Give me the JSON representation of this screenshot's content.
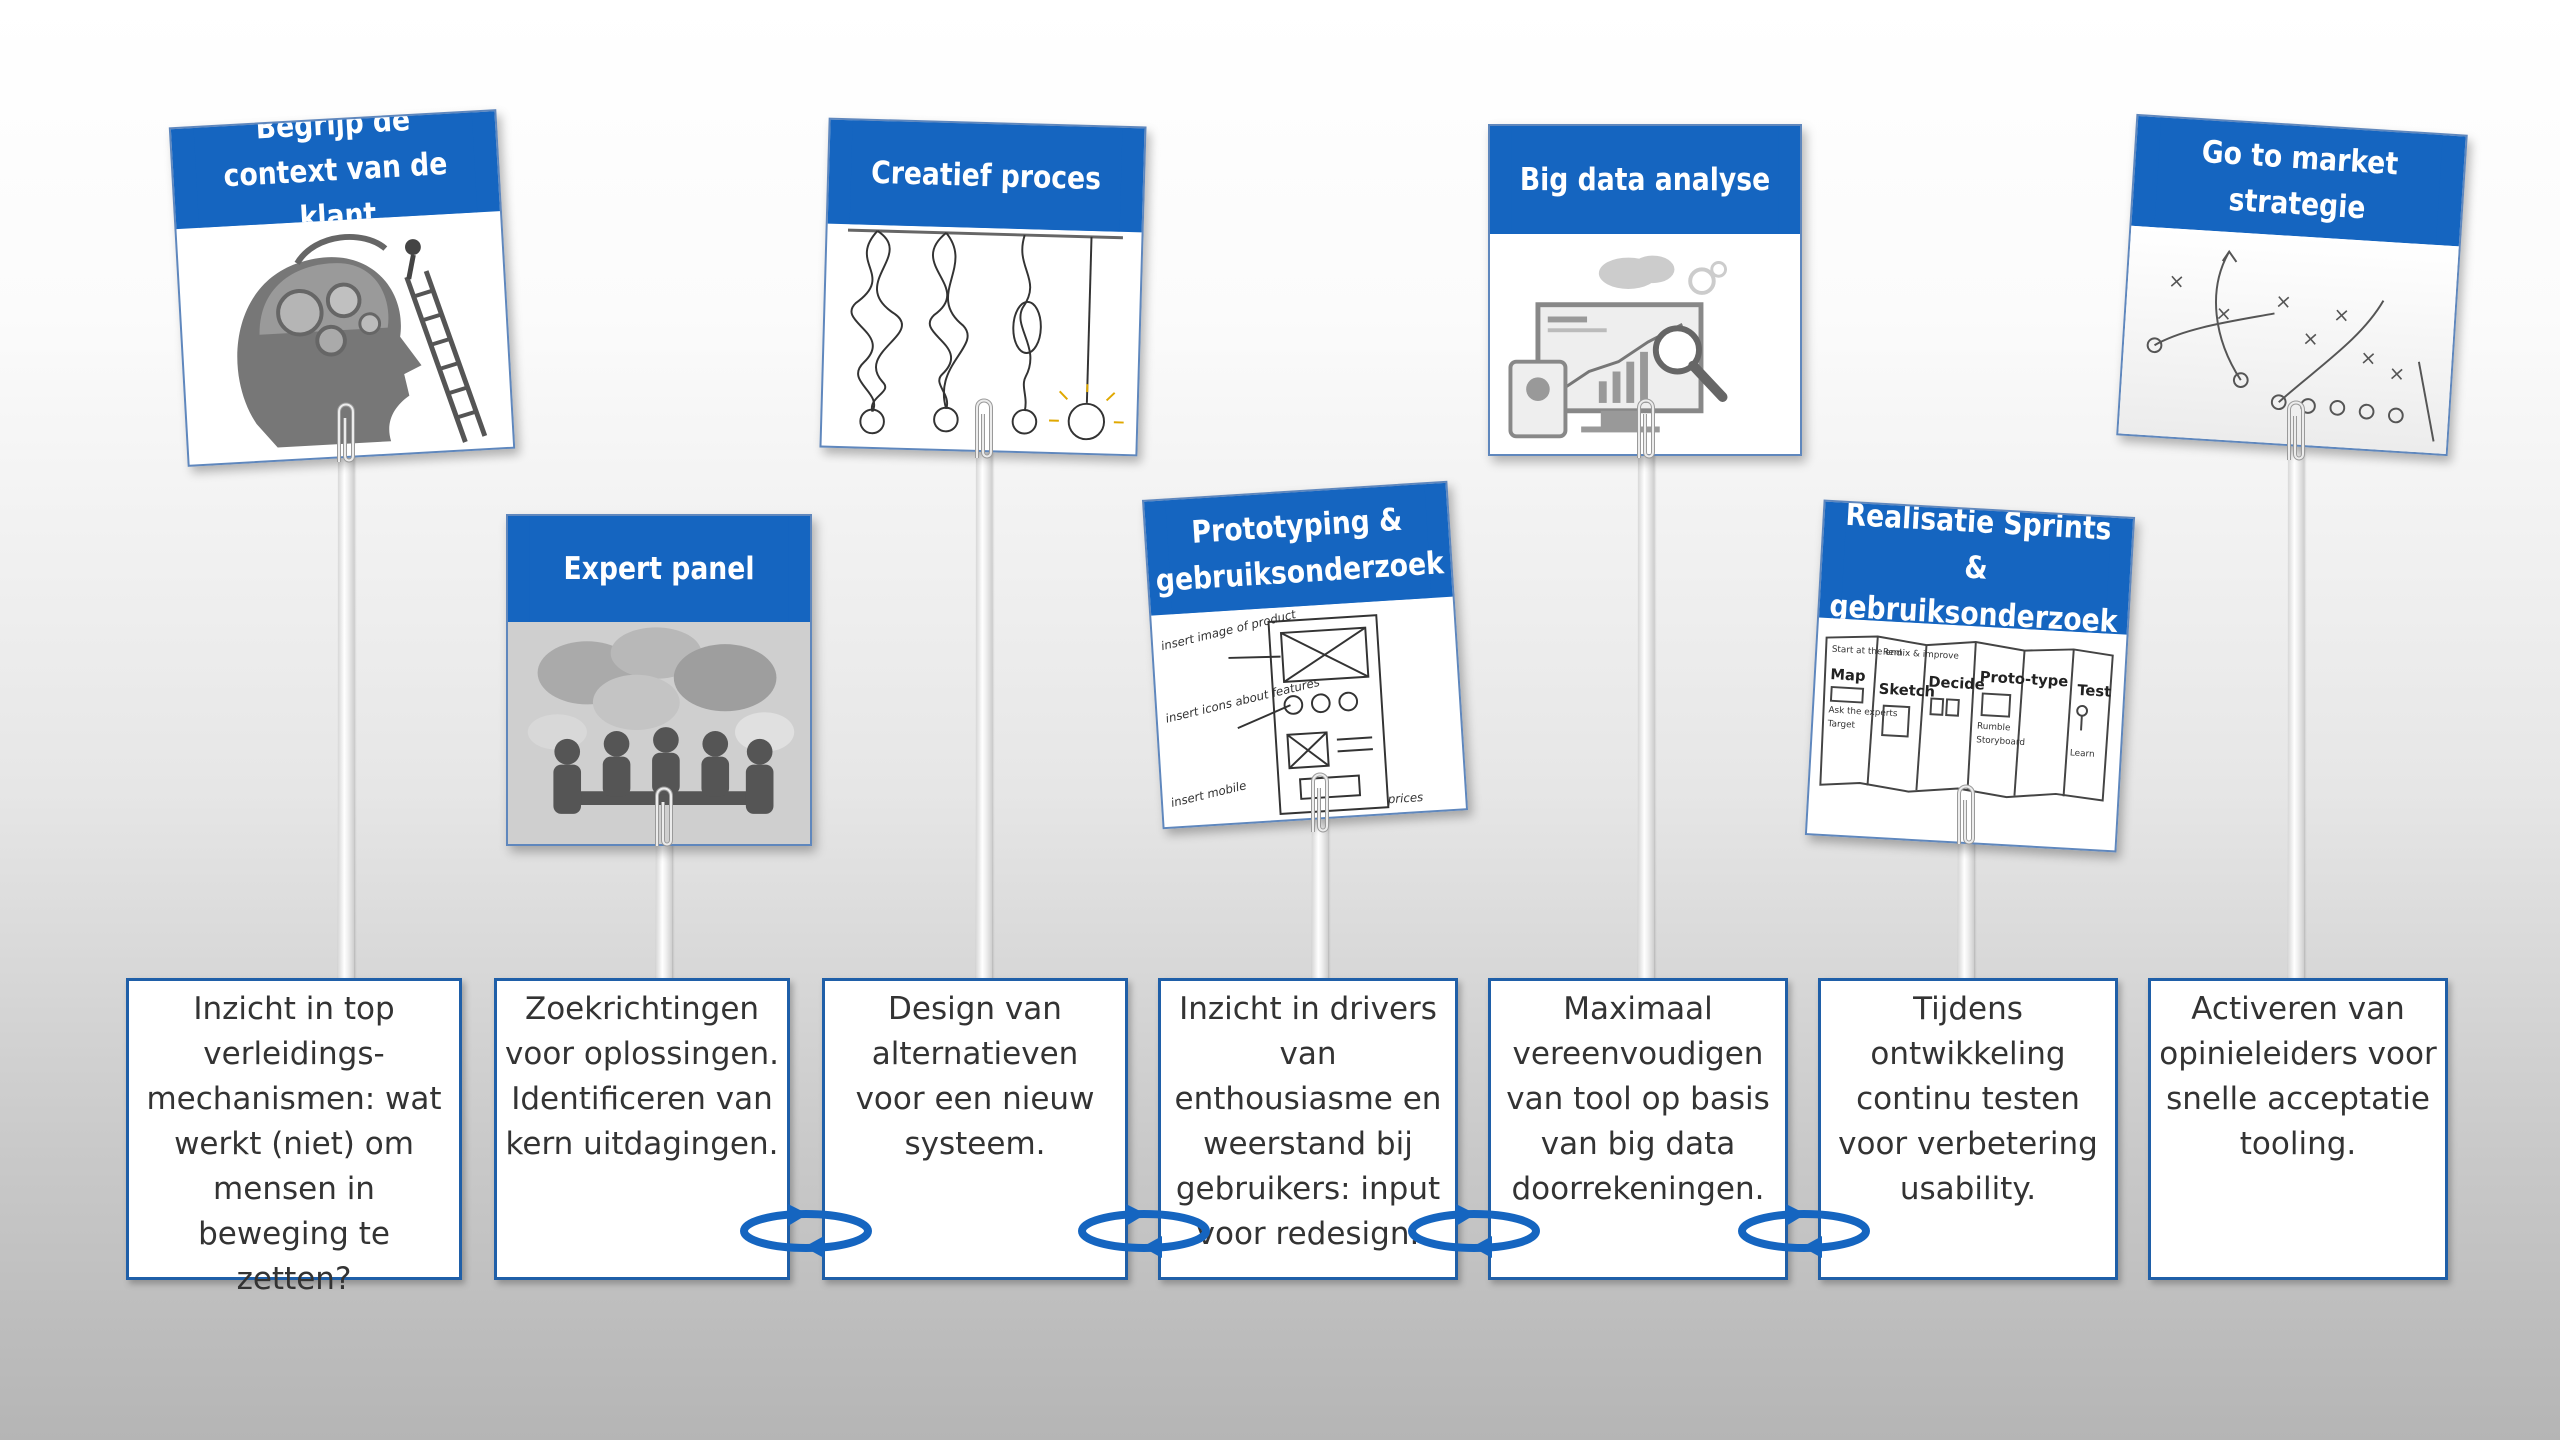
{
  "steps": [
    {
      "title": "Begrijp de context van de klant",
      "description": "Inzicht in top verleidings-mechanismen: wat werkt (niet) om mensen in beweging te zetten?",
      "image_icon": "head-gears-icon"
    },
    {
      "title": "Expert panel",
      "description": "Zoekrichtingen voor oplossingen. Identificeren van kern uitdagingen.",
      "image_icon": "meeting-speech-bubbles-icon"
    },
    {
      "title": "Creatief proces",
      "description": "Design van alternatieven voor een nieuw systeem.",
      "image_icon": "tangled-lightbulbs-icon"
    },
    {
      "title": "Prototyping & gebruiksonderzoek",
      "description": "Inzicht in drivers van enthousiasme en weerstand bij gebruikers: input voor redesign.",
      "image_icon": "wireframe-sketch-icon"
    },
    {
      "title": "Big data analyse",
      "description": "Maximaal vereenvoudigen van tool op basis van big data doorrekeningen.",
      "image_icon": "analytics-dashboard-icon"
    },
    {
      "title": "Realisatie Sprints & gebruiksonderzoek",
      "description": "Tijdens ontwikkeling continu testen voor verbetering usability.",
      "image_icon": "design-sprint-board-icon"
    },
    {
      "title": "Go to market strategie",
      "description": "Activeren van opinieleiders voor snelle acceptatie tooling.",
      "image_icon": "play-diagram-icon"
    }
  ],
  "sketch_text": {
    "wireframe": [
      "insert image of product",
      "insert icons about features",
      "insert mobile",
      "prices"
    ],
    "sprint": [
      "Start at the end",
      "Remix & improve",
      "Map",
      "Sketch",
      "Decide",
      "Proto-type",
      "Test",
      "Ask the experts",
      "Target",
      "Rumble",
      "Storyboard",
      "Learn"
    ]
  },
  "colors": {
    "header_blue": "#1565c0",
    "box_border": "#1f5fa8",
    "cycle_arrow": "#1565c0"
  }
}
